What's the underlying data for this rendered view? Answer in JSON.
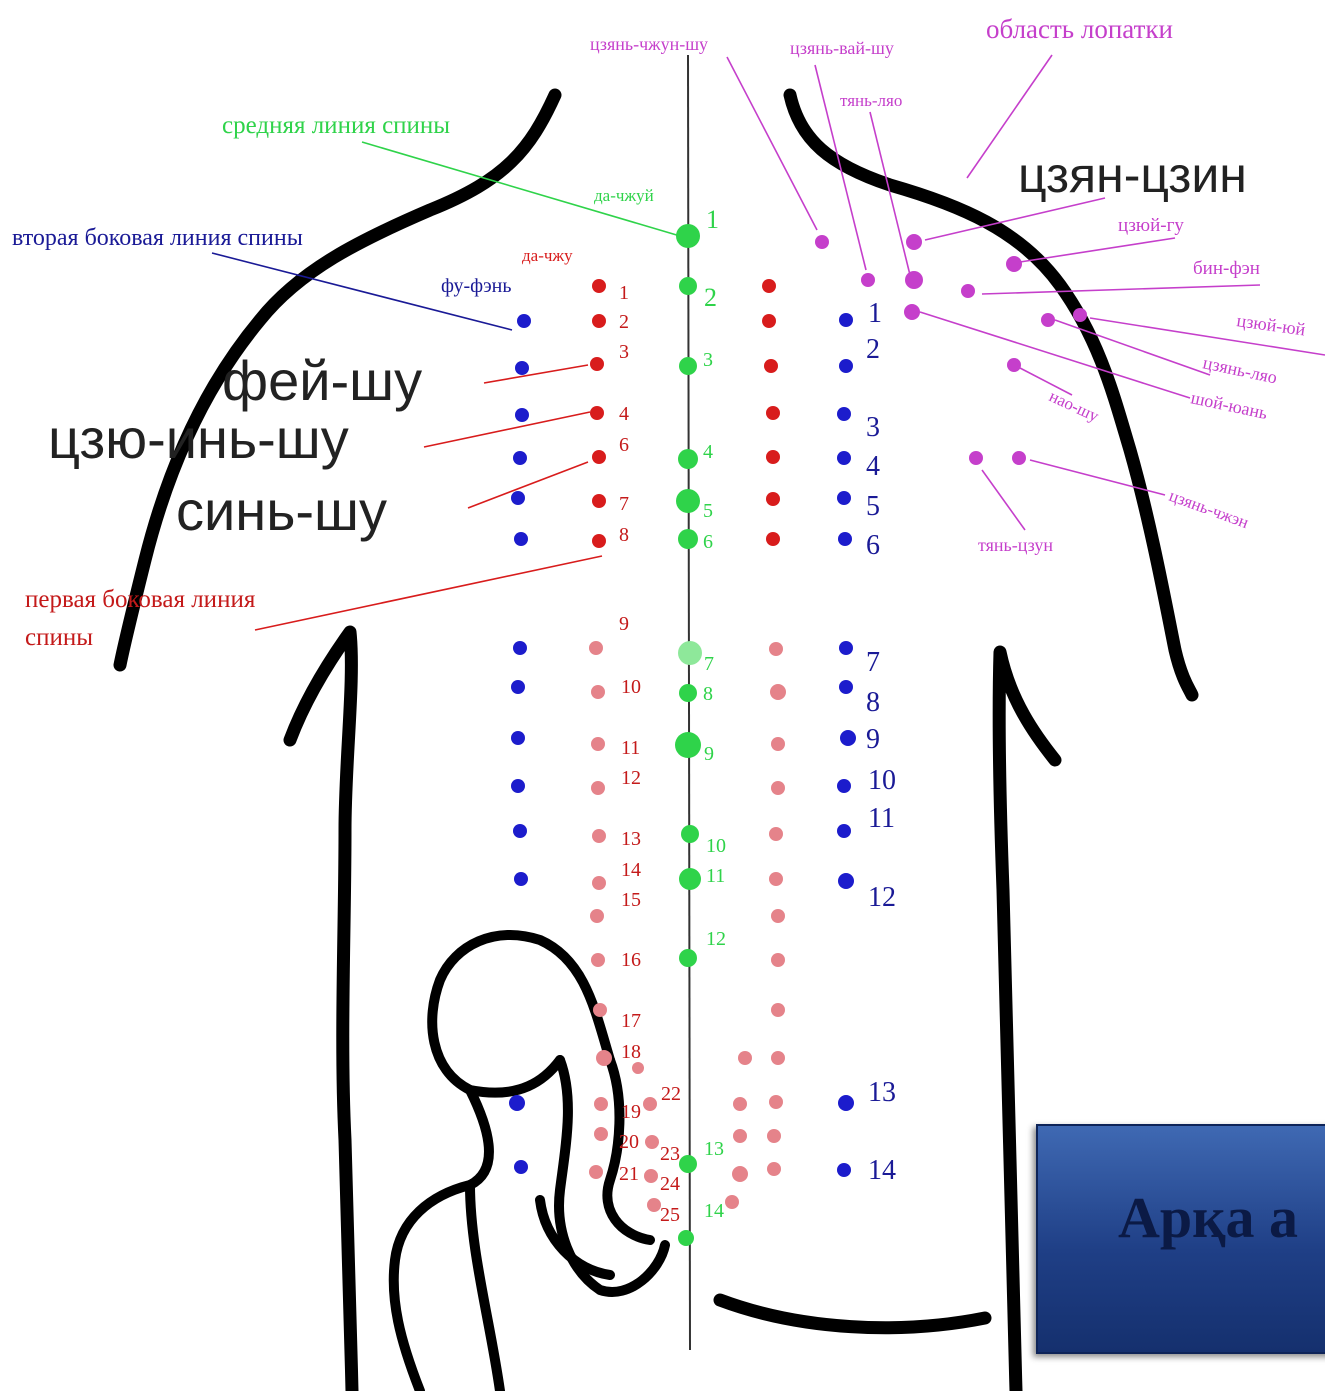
{
  "labels": {
    "dazhuy": "да-чжуй",
    "dazhu": "да-чжу",
    "fufen": "фу-фэнь",
    "mid_line": "средняя линия спины",
    "second_line": "вторая боковая линия спины",
    "first_line_1": "первая боковая линия",
    "first_line_2": "спины",
    "fei_shu": "фей-шу",
    "czyu_in_shu": "цзю-инь-шу",
    "sin_shu": "синь-шу",
    "czyan_chzhun_shu": "цзянь-чжун-шу",
    "czyan_vai_shu": "цзянь-вай-шу",
    "scapula": "область лопатки",
    "tyan_lyao": "тянь-ляо",
    "czyan_czin": "цзян-цзин",
    "czyui_gu": "цзюй-гу",
    "bin_fen": "бин-фэн",
    "czyui_yu": "цзюй-юй",
    "czyan_lyao": "цзянь-ляо",
    "shoi_yuan": "шой-юань",
    "nao_shu": "нао-шу",
    "czyan_chzhen": "цзянь-чжэн",
    "tyan_czun": "тянь-цзун"
  },
  "numbers": {
    "green": [
      "1",
      "2",
      "3",
      "4",
      "5",
      "6",
      "7",
      "8",
      "9",
      "10",
      "11",
      "12",
      "13",
      "14"
    ],
    "red": [
      "1",
      "2",
      "3",
      "4",
      "6",
      "7",
      "8",
      "9",
      "10",
      "11",
      "12",
      "13",
      "14",
      "15",
      "16",
      "17",
      "18",
      "19",
      "20",
      "21",
      "22",
      "23",
      "24",
      "25"
    ],
    "blue": [
      "1",
      "2",
      "3",
      "4",
      "5",
      "6",
      "7",
      "8",
      "9",
      "10",
      "11",
      "12",
      "13",
      "14"
    ]
  },
  "banner": {
    "text": "Арқа а"
  },
  "colors": {
    "green": "#2fd34a",
    "red": "#d81c1c",
    "pink": "#e5838a",
    "blue": "#1c1ccc",
    "navy": "#1a1a96",
    "magenta": "#c53fcb",
    "black": "#000000"
  }
}
